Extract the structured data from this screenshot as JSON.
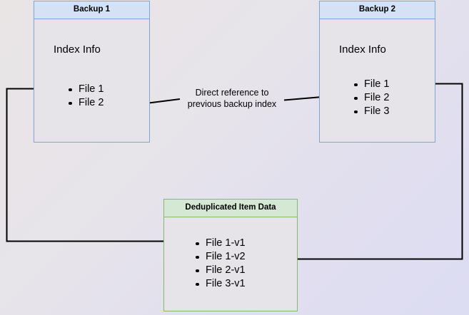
{
  "diagram": {
    "title": "Backup deduplication index reference diagram",
    "background": {
      "gradient_from": "#e9e5e5",
      "gradient_to": "#dcdcf3"
    },
    "colors": {
      "blue_border": "#7ea5d4",
      "blue_title_fill": "#d5e2f6",
      "green_border": "#86b96a",
      "green_title_fill": "#d5e8d4",
      "body_fill": "#e6e4e8",
      "arrow": "#000000"
    },
    "nodes": {
      "backup1": {
        "title": "Backup 1",
        "section_label": "Index Info",
        "files": [
          "File 1",
          "File 2"
        ]
      },
      "backup2": {
        "title": "Backup 2",
        "section_label": "Index Info",
        "files": [
          "File 1",
          "File 2",
          "File 3"
        ]
      },
      "dedup": {
        "title": "Deduplicated Item Data",
        "files": [
          "File 1-v1",
          "File 1-v2",
          "File 2-v1",
          "File 3-v1"
        ]
      }
    },
    "annotations": {
      "direct_reference": {
        "line1": "Direct reference to",
        "line2": "previous backup index"
      }
    },
    "edges": [
      {
        "name": "backup2-index-to-backup1-file2",
        "from": "backup2.files.File 2",
        "to": "backup1.files.File 2",
        "label": "Direct reference to previous backup index",
        "arrowhead": "left"
      },
      {
        "name": "backup1-file1-to-dedup",
        "from": "backup1.files.File 1",
        "to": "dedup.files.File 1-v1",
        "arrowhead": "right"
      },
      {
        "name": "backup2-file1-to-dedup",
        "from": "backup2.files.File 1",
        "to": "dedup.files.File 1-v2",
        "arrowhead": "left"
      }
    ]
  }
}
